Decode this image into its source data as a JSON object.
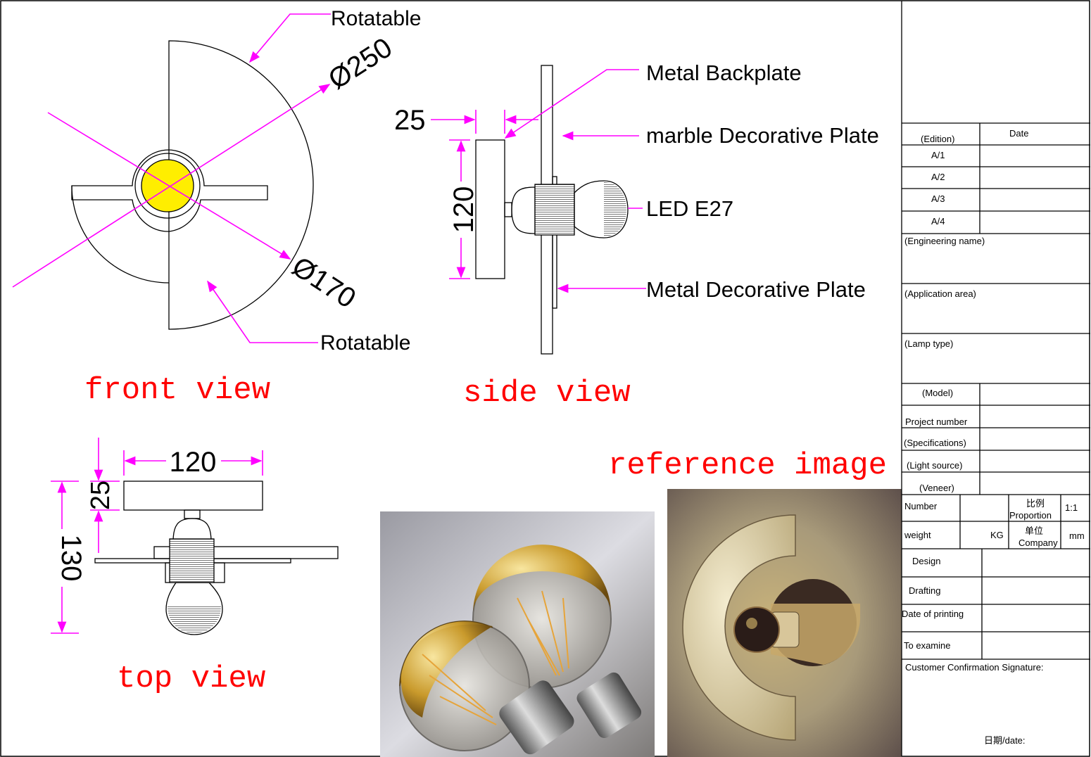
{
  "labels": {
    "rotatable_top": "Rotatable",
    "rotatable_bottom": "Rotatable",
    "dia_250": "Ø250",
    "dia_170": "Ø170",
    "dim_25_side": "25",
    "dim_120_side": "120",
    "metal_backplate": "Metal Backplate",
    "marble_plate": "marble Decorative Plate",
    "led": "LED E27",
    "metal_plate": "Metal Decorative Plate",
    "dim_120_top": "120",
    "dim_25_top": "25",
    "dim_130_top": "130"
  },
  "view_titles": {
    "front": "front view",
    "side": "side view",
    "top": "top view",
    "reference": "reference image"
  },
  "title_block": {
    "edition_header": "(Edition)",
    "date_header": "Date",
    "editions": [
      "A/1",
      "A/2",
      "A/3",
      "A/4"
    ],
    "engineering_name": "(Engineering name)",
    "application_area": "(Application area)",
    "lamp_type": "(Lamp type)",
    "model": "(Model)",
    "project_number": "Project number",
    "specifications": "(Specifications)",
    "light_source": "(Light source)",
    "veneer": "(Veneer)",
    "number": "Number",
    "proportion_cn": "比例",
    "proportion_en": "Proportion",
    "proportion_value": "1:1",
    "weight": "weight",
    "weight_unit": "KG",
    "company_cn": "单位",
    "company_en": "Company",
    "company_value": "mm",
    "design": "Design",
    "drafting": "Drafting",
    "date_of_printing": "Date of printing",
    "to_examine": "To examine",
    "customer_signature": "Customer Confirmation Signature:",
    "signature_date": "日期/date:"
  },
  "colors": {
    "dimension": "#ff00ff",
    "view_title": "#ff0000",
    "led_face": "#ffee00",
    "line": "#000000"
  }
}
